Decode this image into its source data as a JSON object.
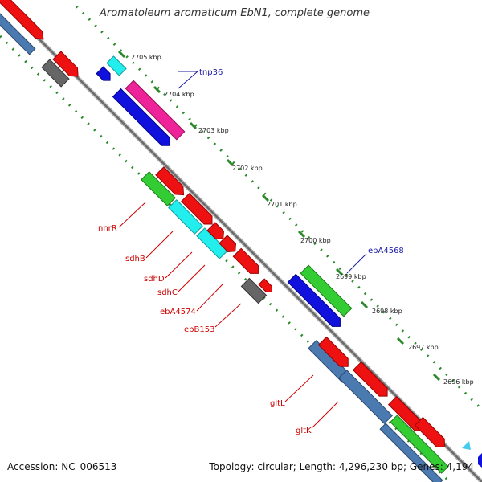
{
  "header": {
    "title": "Aromatoleum aromaticum EbN1, complete genome"
  },
  "footer": {
    "accession": "Accession: NC_006513",
    "topology": "Topology: circular; Length: 4,296,230 bp; Genes: 4,194"
  },
  "ticks": [
    "2705 kbp",
    "2704 kbp",
    "2703 kbp",
    "2702 kbp",
    "2701 kbp",
    "2700 kbp",
    "2699 kbp",
    "2698 kbp",
    "2697 kbp",
    "2696 kbp"
  ],
  "gene_labels": {
    "tnp36": "tnp36",
    "ebA4568": "ebA4568",
    "nnrR": "nnrR",
    "sdhB": "sdhB",
    "sdhD": "sdhD",
    "sdhC": "sdhC",
    "ebA4574": "ebA4574",
    "ebB153": "ebB153",
    "gltL": "gltL",
    "gltK": "gltK"
  },
  "colors": {
    "red": "#ee1111",
    "blue": "#1111dd",
    "cyan": "#22eeee",
    "magenta": "#ee2299",
    "green": "#33cc33",
    "steel": "#4a7ab0",
    "gray": "#666666",
    "light_blue": "#44ccee",
    "tick_green": "#2a8a2a",
    "backbone": "#888888"
  }
}
